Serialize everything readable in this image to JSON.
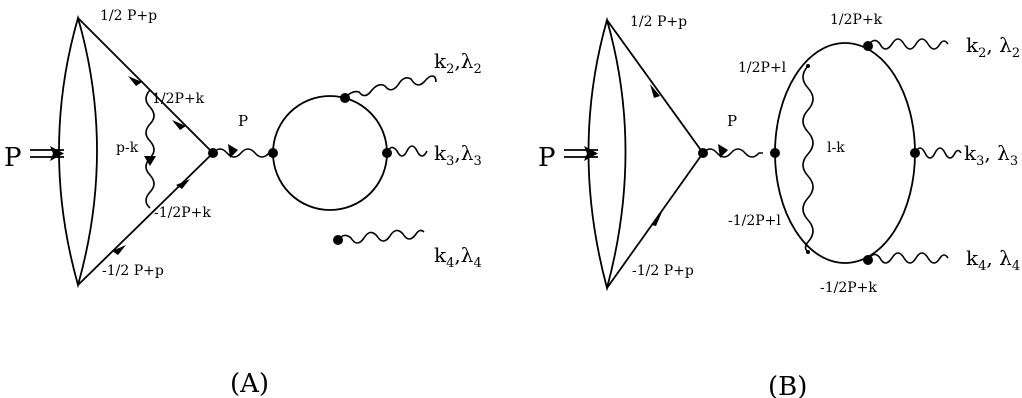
{
  "diagrams": [
    {
      "caption": "(A)",
      "incoming": "P",
      "labels": {
        "top_outer": "1/2 P+p",
        "top_inner": "1/2P+k",
        "bottom_inner": "-1/2P+k",
        "bottom_outer": "-1/2 P+p",
        "exchange": "p-k",
        "propagator": "P"
      },
      "photons": [
        {
          "k": "k",
          "k_sub": "2",
          "lambda": "λ",
          "lambda_sub": "2"
        },
        {
          "k": "k",
          "k_sub": "3",
          "lambda": "λ",
          "lambda_sub": "3"
        },
        {
          "k": "k",
          "k_sub": "4",
          "lambda": "λ",
          "lambda_sub": "4"
        }
      ]
    },
    {
      "caption": "(B)",
      "incoming": "P",
      "labels": {
        "top_outer": "1/2 P+p",
        "bottom_outer": "-1/2 P+p",
        "propagator": "P",
        "loop_top_left": "1/2P+l",
        "loop_bottom_left": "-1/2P+l",
        "loop_exchange": "l-k",
        "loop_top": "1/2P+k",
        "loop_bottom": "-1/2P+k"
      },
      "photons": [
        {
          "k": "k",
          "k_sub": "2",
          "lambda": "λ",
          "lambda_sub": "2"
        },
        {
          "k": "k",
          "k_sub": "3",
          "lambda": "λ",
          "lambda_sub": "3"
        },
        {
          "k": "k",
          "k_sub": "4",
          "lambda": "λ",
          "lambda_sub": "4"
        }
      ]
    }
  ]
}
